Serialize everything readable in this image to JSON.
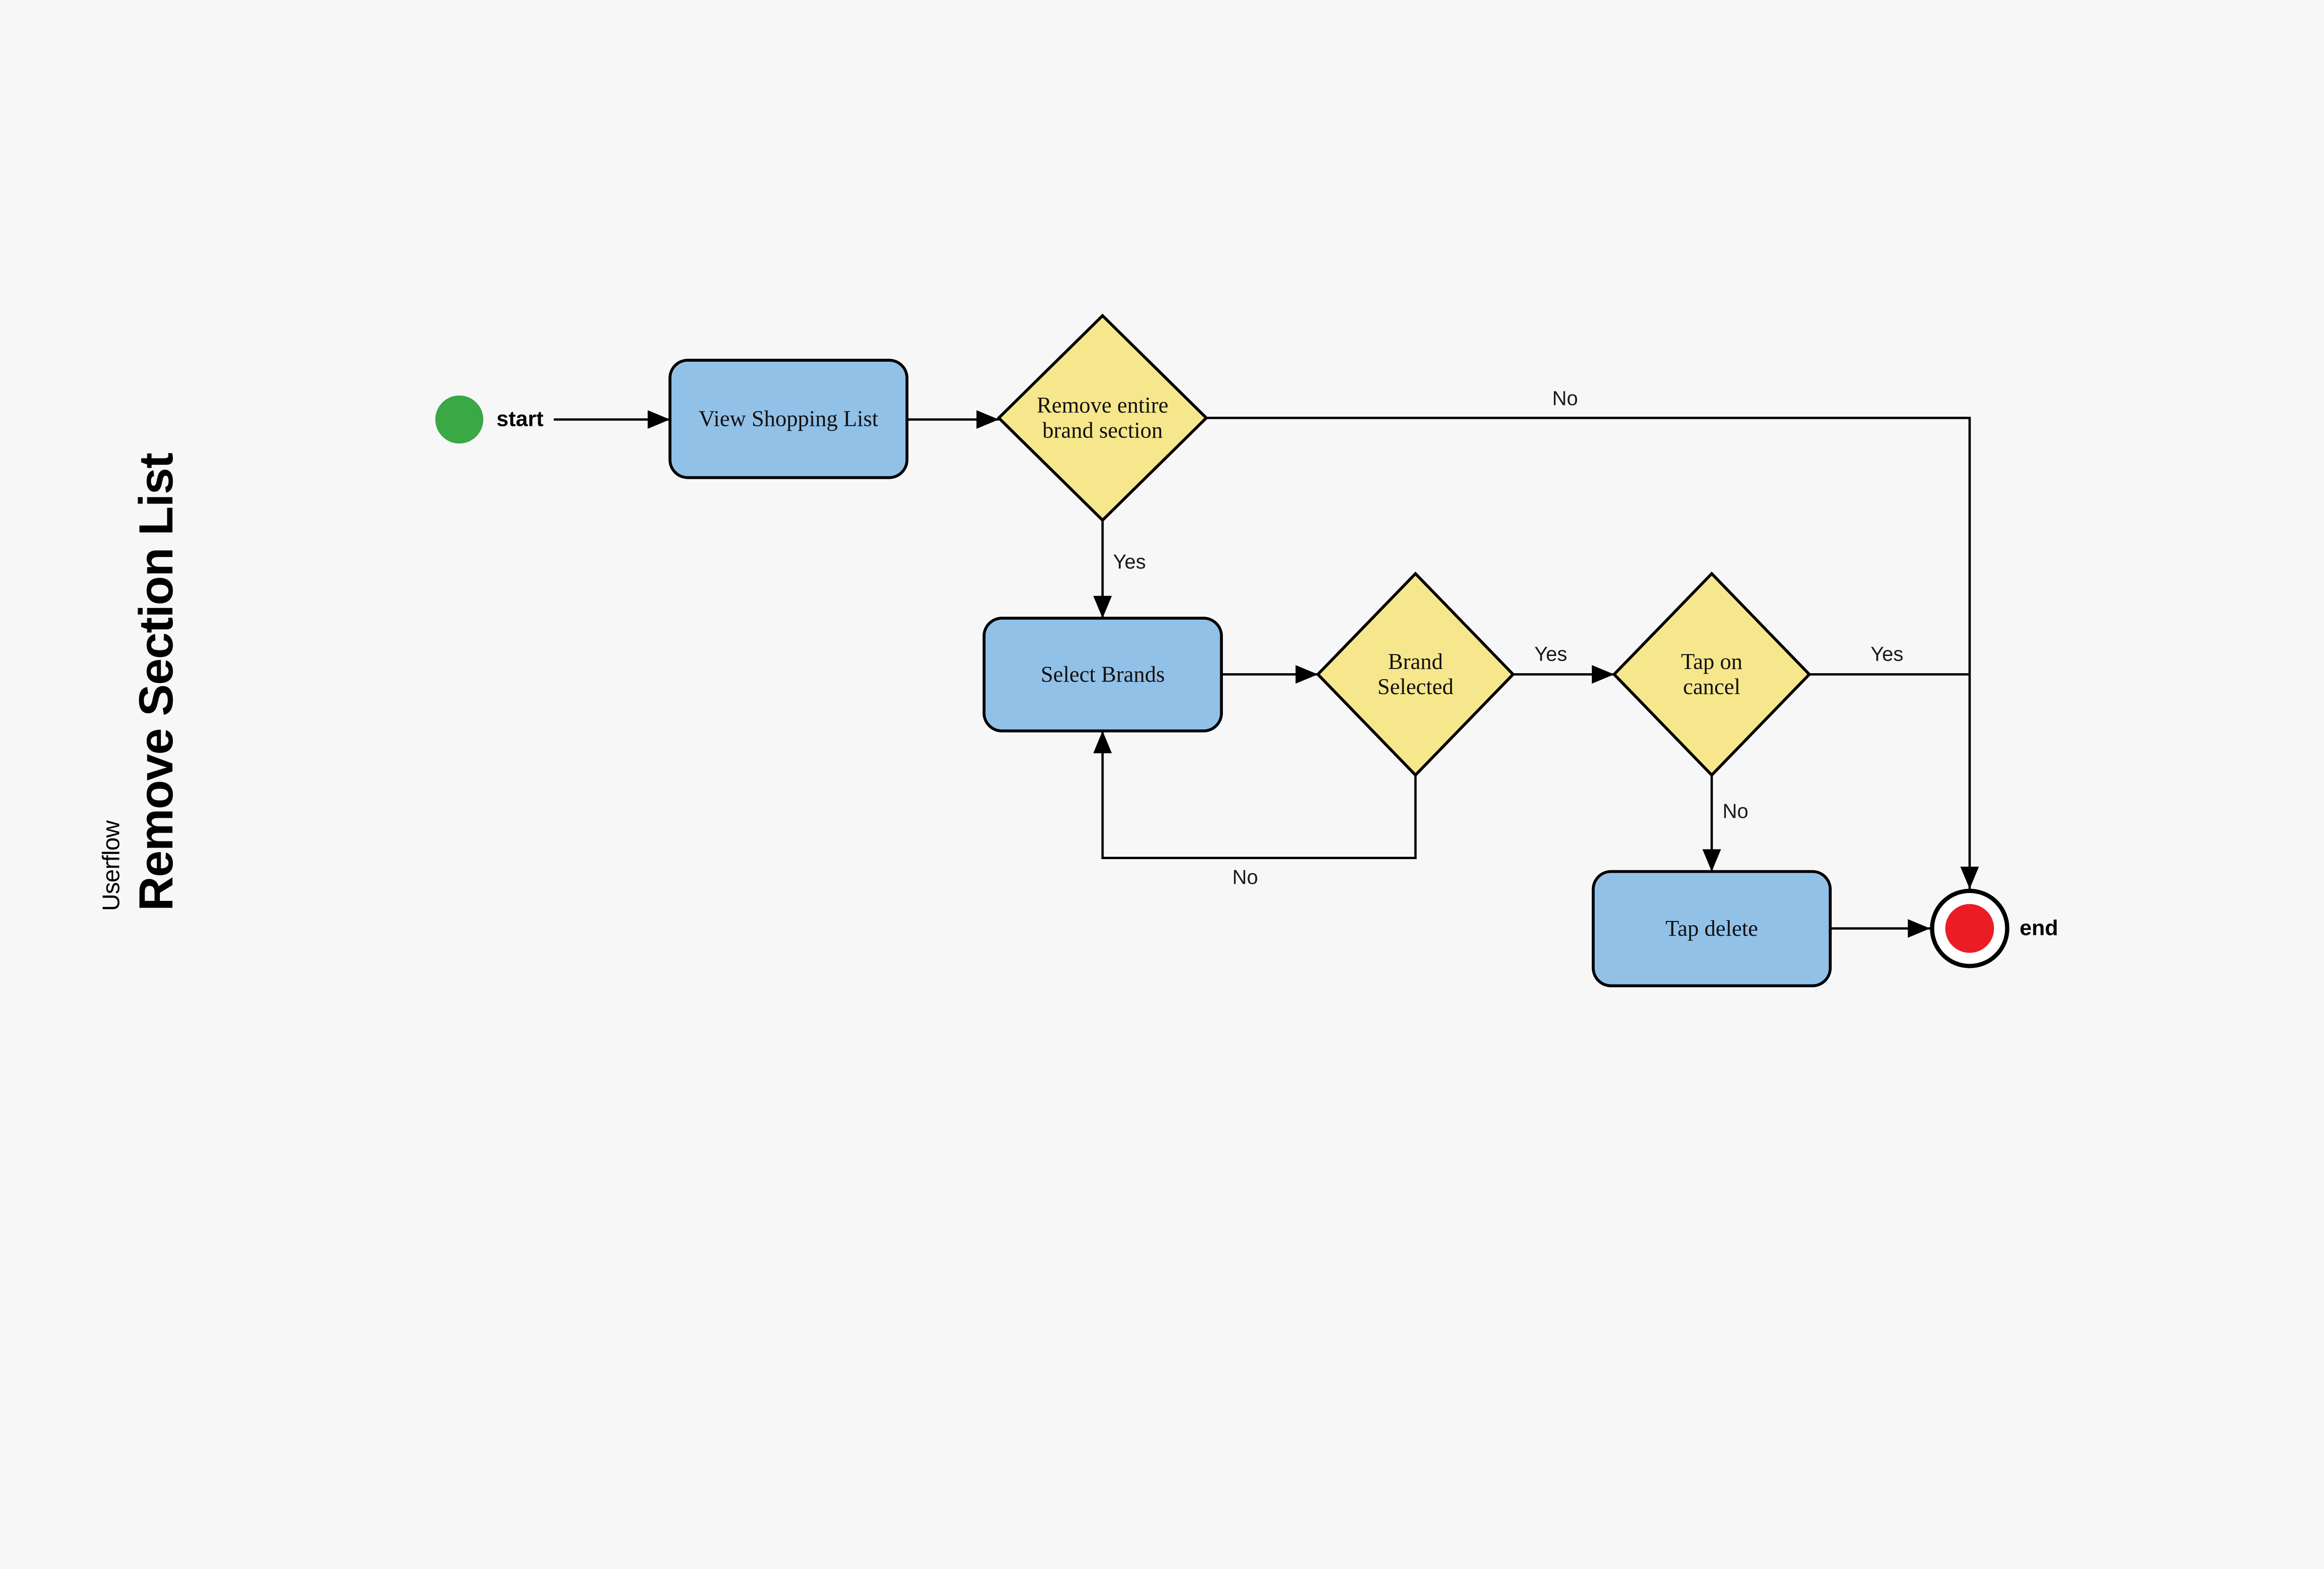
{
  "page": {
    "background": "#f7f7f8"
  },
  "sidebar_title": {
    "eyebrow": "Userflow",
    "title": "Remove Section List"
  },
  "colors": {
    "process_fill": "#92c1e8",
    "decision_fill": "#f7e78c",
    "start_fill": "#3aa845",
    "end_fill": "#ec1c24",
    "end_ring_fill": "#ffffff",
    "stroke": "#000000"
  },
  "flow": {
    "start": {
      "label": "start"
    },
    "end": {
      "label": "end"
    },
    "nodes": [
      {
        "id": "view-shopping-list",
        "type": "process",
        "label": "View Shopping List"
      },
      {
        "id": "remove-entire-brand-section",
        "type": "decision",
        "label": "Remove entire brand section"
      },
      {
        "id": "select-brands",
        "type": "process",
        "label": "Select Brands"
      },
      {
        "id": "brand-selected",
        "type": "decision",
        "label": "Brand Selected"
      },
      {
        "id": "tap-on-cancel",
        "type": "decision",
        "label": "Tap on cancel"
      },
      {
        "id": "tap-delete",
        "type": "process",
        "label": "Tap delete"
      }
    ],
    "edges": [
      {
        "from": "start",
        "to": "view-shopping-list",
        "label": ""
      },
      {
        "from": "view-shopping-list",
        "to": "remove-entire-brand-section",
        "label": ""
      },
      {
        "from": "remove-entire-brand-section",
        "to": "select-brands",
        "label": "Yes"
      },
      {
        "from": "remove-entire-brand-section",
        "to": "end",
        "label": "No"
      },
      {
        "from": "select-brands",
        "to": "brand-selected",
        "label": ""
      },
      {
        "from": "brand-selected",
        "to": "tap-on-cancel",
        "label": "Yes"
      },
      {
        "from": "brand-selected",
        "to": "select-brands",
        "label": "No"
      },
      {
        "from": "tap-on-cancel",
        "to": "end",
        "label": "Yes"
      },
      {
        "from": "tap-on-cancel",
        "to": "tap-delete",
        "label": "No"
      },
      {
        "from": "tap-delete",
        "to": "end",
        "label": ""
      }
    ]
  }
}
